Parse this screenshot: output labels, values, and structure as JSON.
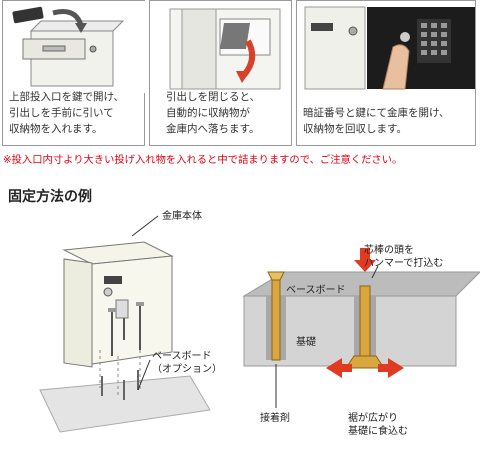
{
  "steps": [
    {
      "text": "上部投入口を鍵で開け、\n引出しを手前に引いて\n収納物を入れます。"
    },
    {
      "text": "引出しを閉じると、\n自動的に収納物が\n金庫内へ落ちます。"
    },
    {
      "text": "暗証番号と鍵にて金庫を開け、\n収納物を回収します。"
    }
  ],
  "note": "※投入口内寸より大きい投げ入れ物を入れると中で詰まりますので、ご注意ください。",
  "section_title": "固定方法の例",
  "labels": {
    "safe_body": "金庫本体",
    "base_board": "ベースボード\n（オプション）",
    "hammer": "芯棒の頭を\nハンマーで打込む",
    "base_board_2": "ベースボード",
    "foundation": "基礎",
    "adhesive": "接着剤",
    "spread": "裾が広がり\n基礎に食込む"
  },
  "colors": {
    "accent_red": "#e60012",
    "anchor_gold": "#d9a640",
    "concrete": "#cfcfcf"
  }
}
